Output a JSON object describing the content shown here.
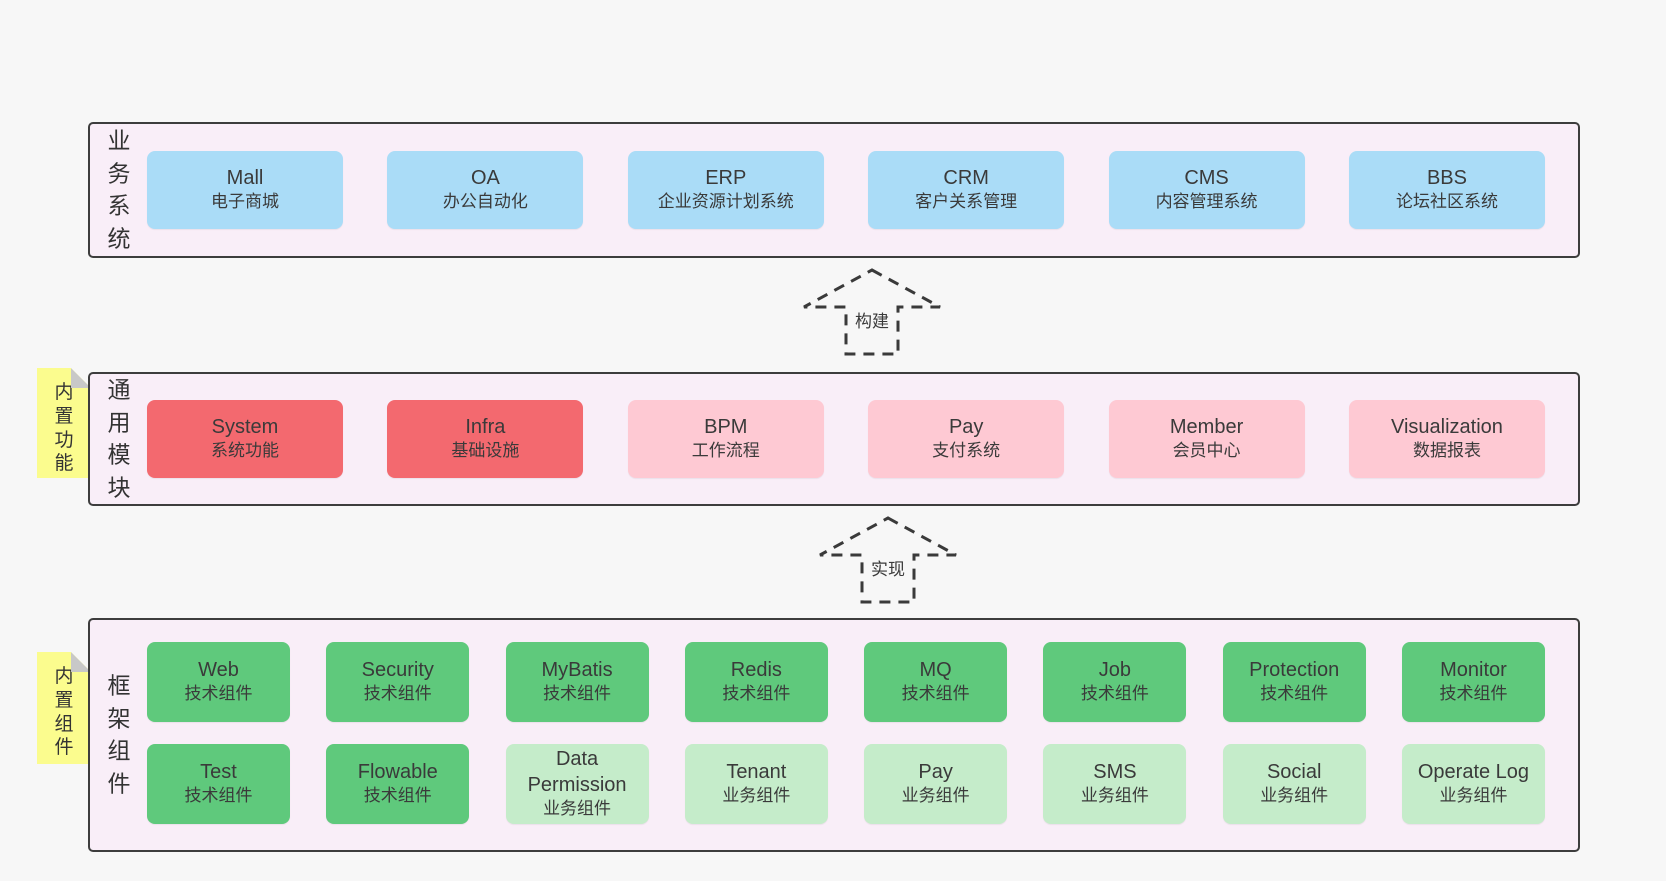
{
  "colors": {
    "page_bg": "#f7f7f7",
    "band_bg": "#f9eef8",
    "band_border": "#3d3d3d",
    "blue_box": "#aadcf7",
    "red_box": "#f3696f",
    "pink_box": "#fec9d3",
    "green_box": "#5fc97c",
    "green_light_box": "#c5ecca",
    "note_yellow": "#fbfc8e",
    "note_fold_gray": "#c8c8c8",
    "text": "#3a3a3a"
  },
  "arrows": [
    {
      "label": "构建"
    },
    {
      "label": "实现"
    }
  ],
  "bands": [
    {
      "label": "业务系统",
      "boxes": [
        {
          "title": "Mall",
          "subtitle": "电子商城"
        },
        {
          "title": "OA",
          "subtitle": "办公自动化"
        },
        {
          "title": "ERP",
          "subtitle": "企业资源计划系统"
        },
        {
          "title": "CRM",
          "subtitle": "客户关系管理"
        },
        {
          "title": "CMS",
          "subtitle": "内容管理系统"
        },
        {
          "title": "BBS",
          "subtitle": "论坛社区系统"
        }
      ]
    },
    {
      "label": "通用模块",
      "note": "内置功能",
      "boxes": [
        {
          "title": "System",
          "subtitle": "系统功能"
        },
        {
          "title": "Infra",
          "subtitle": "基础设施"
        },
        {
          "title": "BPM",
          "subtitle": "工作流程"
        },
        {
          "title": "Pay",
          "subtitle": "支付系统"
        },
        {
          "title": "Member",
          "subtitle": "会员中心"
        },
        {
          "title": "Visualization",
          "subtitle": "数据报表"
        }
      ]
    },
    {
      "label": "框架组件",
      "note": "内置组件",
      "rows": [
        [
          {
            "title": "Web",
            "subtitle": "技术组件"
          },
          {
            "title": "Security",
            "subtitle": "技术组件"
          },
          {
            "title": "MyBatis",
            "subtitle": "技术组件"
          },
          {
            "title": "Redis",
            "subtitle": "技术组件"
          },
          {
            "title": "MQ",
            "subtitle": "技术组件"
          },
          {
            "title": "Job",
            "subtitle": "技术组件"
          },
          {
            "title": "Protection",
            "subtitle": "技术组件"
          },
          {
            "title": "Monitor",
            "subtitle": "技术组件"
          }
        ],
        [
          {
            "title": "Test",
            "subtitle": "技术组件"
          },
          {
            "title": "Flowable",
            "subtitle": "技术组件"
          },
          {
            "title": "Data Permission",
            "subtitle": "业务组件"
          },
          {
            "title": "Tenant",
            "subtitle": "业务组件"
          },
          {
            "title": "Pay",
            "subtitle": "业务组件"
          },
          {
            "title": "SMS",
            "subtitle": "业务组件"
          },
          {
            "title": "Social",
            "subtitle": "业务组件"
          },
          {
            "title": "Operate Log",
            "subtitle": "业务组件"
          }
        ]
      ]
    }
  ]
}
